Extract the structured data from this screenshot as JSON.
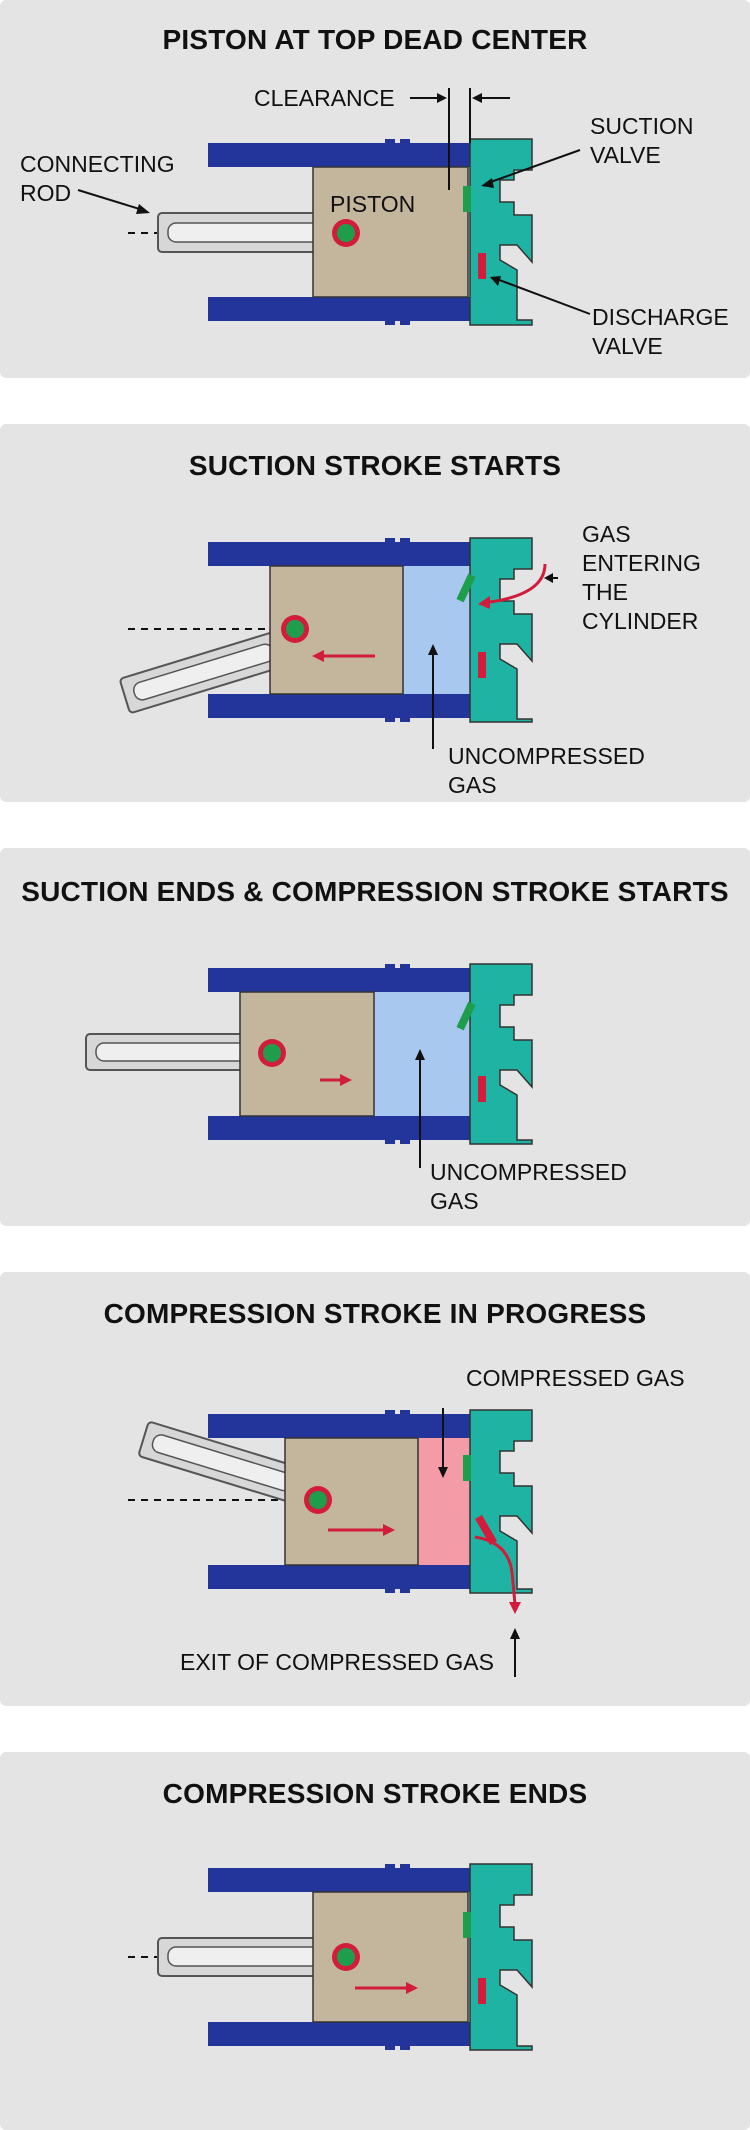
{
  "colors": {
    "panel_bg": "#e4e4e5",
    "cylinder_wall": "#23349a",
    "valve_head": "#1fb3a3",
    "piston": "#c4b69c",
    "suction_valve": "#1e9d4c",
    "discharge_valve": "#d11d3b",
    "uncompressed_gas": "#a9c8ef",
    "compressed_gas": "#f39ba6",
    "arrow_red": "#d11d3b",
    "rod": "#d7d7d7"
  },
  "panels": [
    {
      "title": "PISTON AT TOP DEAD CENTER",
      "labels": {
        "clearance": "CLEARANCE",
        "suction_valve": [
          "SUCTION",
          "VALVE"
        ],
        "connecting_rod": [
          "CONNECTING",
          "ROD"
        ],
        "piston": "PISTON",
        "discharge_valve": [
          "DISCHARGE",
          "VALVE"
        ]
      }
    },
    {
      "title": "SUCTION STROKE STARTS",
      "labels": {
        "gas_entering": [
          "GAS",
          "ENTERING",
          "THE",
          "CYLINDER"
        ],
        "uncompressed_gas": [
          "UNCOMPRESSED",
          "GAS"
        ]
      }
    },
    {
      "title": "SUCTION ENDS & COMPRESSION STROKE STARTS",
      "labels": {
        "uncompressed_gas": [
          "UNCOMPRESSED",
          "GAS"
        ]
      }
    },
    {
      "title": "COMPRESSION STROKE IN PROGRESS",
      "labels": {
        "compressed_gas": "COMPRESSED GAS",
        "exit": "EXIT OF COMPRESSED GAS"
      }
    },
    {
      "title": "COMPRESSION STROKE ENDS",
      "labels": {}
    }
  ]
}
